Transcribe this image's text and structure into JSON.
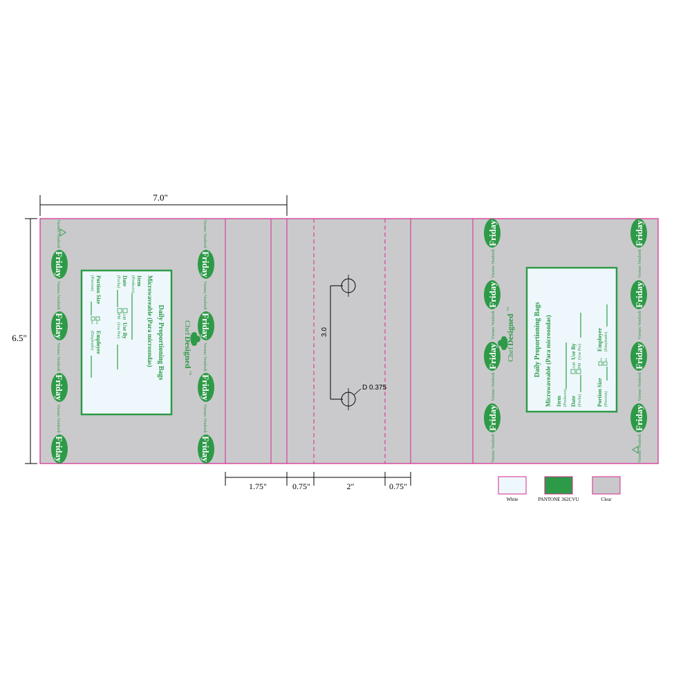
{
  "dimensions": {
    "width": "7.0\"",
    "height": "6.5\"",
    "gusset": "1.75\"",
    "flap_left": "0.75\"",
    "center": "2\"",
    "flap_right": "0.75\"",
    "hole_spacing": "3.0",
    "hole_diameter": "D 0.375"
  },
  "day": {
    "label": "Friday",
    "translation": "Viernes Vendredi"
  },
  "label_panel": {
    "title": "Daily Proportioning Bags",
    "subtitle": "Microwaveable (Para microondas)",
    "item": "Item",
    "item_es": "(Producto)",
    "date": "Date",
    "date_es": "(Fecha)",
    "am": "AM",
    "pm": "PM",
    "use_by": "Use By",
    "use_by_es": "(Use Por)",
    "portion": "Portion Size",
    "portion_es": "(Porcion)",
    "oz": "oz",
    "ea": "ea",
    "employee": "Employee",
    "employee_es": "(Empleado)"
  },
  "brand": {
    "prefix": "Chef",
    "name": "Designed",
    "tm": "TM"
  },
  "legend": [
    {
      "label": "White",
      "color": "#eef8fc"
    },
    {
      "label": "PANTONE 362CVU",
      "color": "#2d9a47"
    },
    {
      "label": "Clear",
      "color": "#c9c9cb"
    }
  ],
  "colors": {
    "green": "#2d9a47",
    "clear": "#cacacc",
    "outline": "#d6268f",
    "white": "#eef8fc"
  }
}
